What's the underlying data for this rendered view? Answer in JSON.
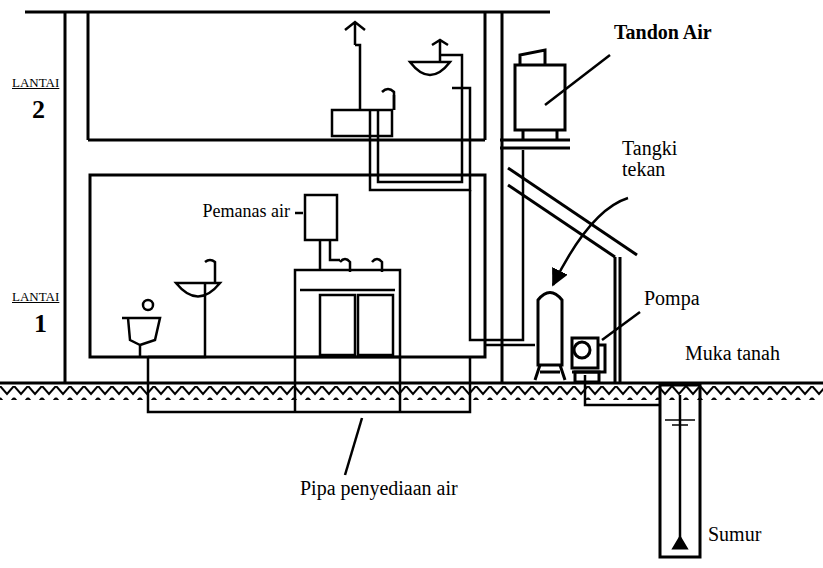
{
  "diagram": {
    "labels": [
      "Tandon Air",
      "LANTAI",
      "2",
      "LANTAI",
      "1",
      "Pemanas air",
      "Tangki tekan",
      "Pompa",
      "Muka tanah",
      "Pipa penyediaan air",
      "Sumur"
    ]
  }
}
